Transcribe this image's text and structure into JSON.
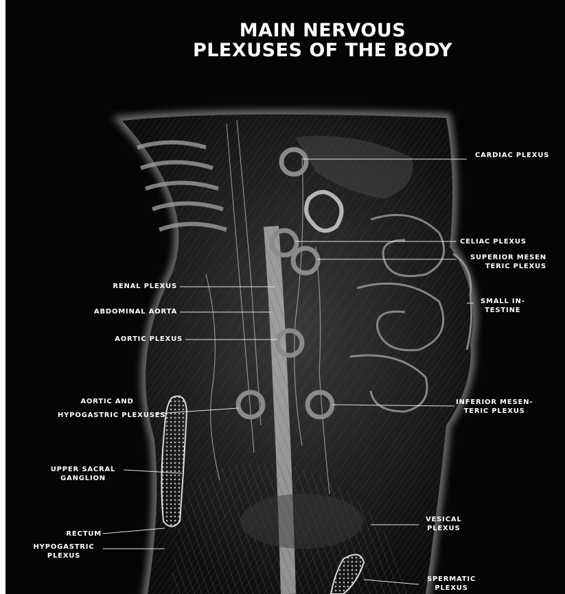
{
  "title": {
    "line1": "MAIN NERVOUS",
    "line2": "PLEXUSES OF THE BODY"
  },
  "labels": {
    "cardiac_plexus": "CARDIAC PLEXUS",
    "celiac_plexus": "CELIAC PLEXUS",
    "superior_mesenteric_1": "SUPERIOR MESEN",
    "superior_mesenteric_2": "TERIC PLEXUS",
    "small_intestine_1": "SMALL IN-",
    "small_intestine_2": "TESTINE",
    "renal_plexus": "RENAL PLEXUS",
    "abdominal_aorta": "ABDOMINAL AORTA",
    "aortic_plexus": "AORTIC PLEXUS",
    "aortic_and": "AORTIC AND",
    "hypogastric_plexuses": "HYPOGASTRIC PLEXUSES",
    "inferior_mesenteric_1": "INFERIOR MESEN-",
    "inferior_mesenteric_2": "TERIC PLEXUS",
    "upper_sacral_1": "UPPER SACRAL",
    "upper_sacral_2": "GANGLION",
    "vesical_1": "VESICAL",
    "vesical_2": "PLEXUS",
    "rectum": "RECTUM",
    "hypogastric_1": "HYPOGASTRIC",
    "hypogastric_2": "PLEXUS",
    "spermatic_1": "SPERMATIC",
    "spermatic_2": "PLEXUS"
  },
  "colors": {
    "background": "#050505",
    "text": "#ffffff",
    "ring": "#8a8a8a"
  }
}
